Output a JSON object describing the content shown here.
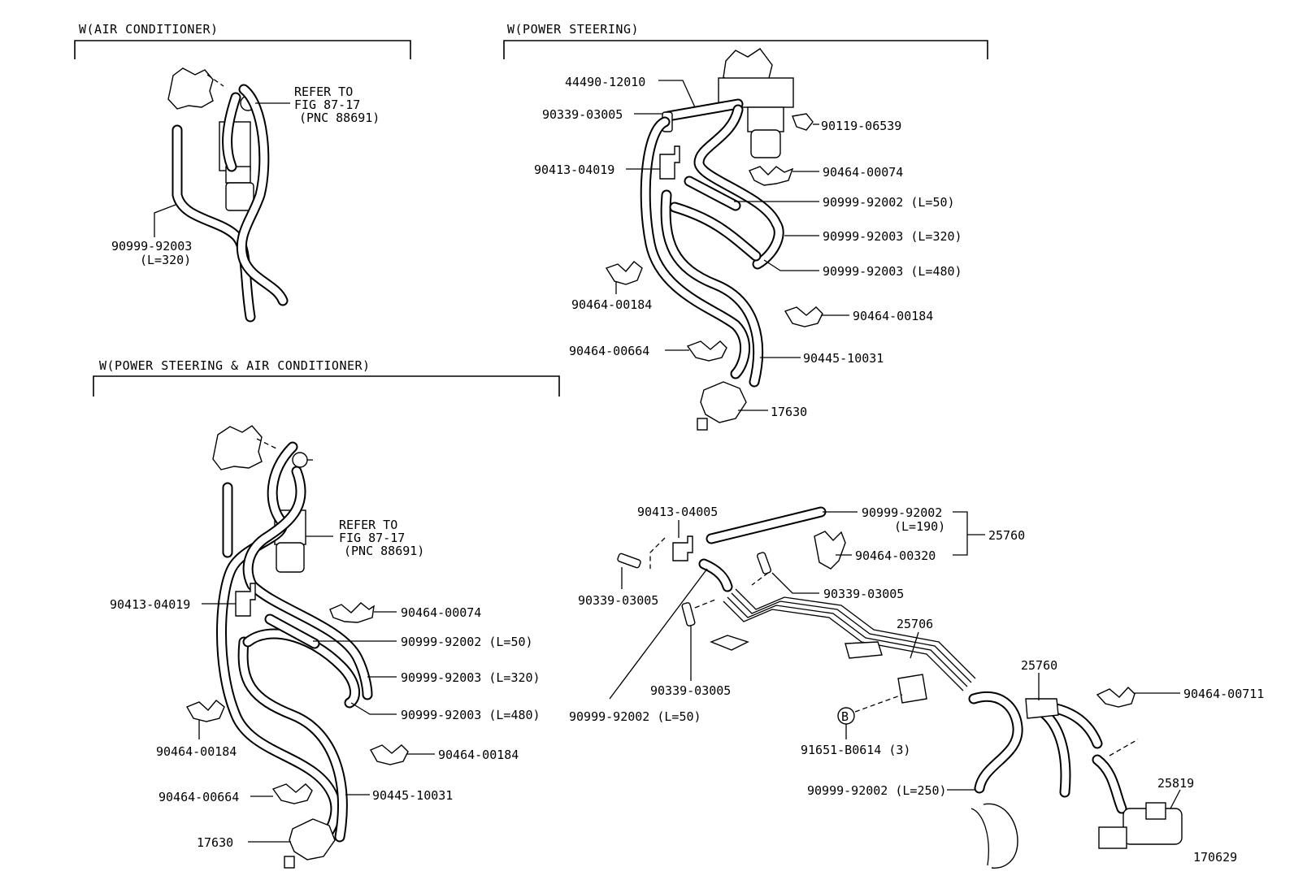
{
  "sections": {
    "air_conditioner": {
      "title": "W(AIR CONDITIONER)",
      "refer_line1": "REFER TO",
      "refer_line2": "FIG 87-17",
      "refer_line3": "(PNC 88691)",
      "hose_part": "90999-92003",
      "hose_length": "(L=320)"
    },
    "power_steering": {
      "title": "W(POWER STEERING)",
      "labels": {
        "pipe": "44490-12010",
        "plug": "90339-03005",
        "bolt": "90119-06539",
        "tee": "90413-04019",
        "clamp_top": "90464-00074",
        "hose_50": "90999-92002 (L=50)",
        "hose_320": "90999-92003 (L=320)",
        "hose_480": "90999-92003 (L=480)",
        "clamp_left": "90464-00184",
        "clamp_right": "90464-00184",
        "clamp_lower": "90464-00664",
        "hose_long": "90445-10031",
        "valve": "17630"
      }
    },
    "ps_ac": {
      "title": "W(POWER STEERING & AIR CONDITIONER)",
      "refer_line1": "REFER TO",
      "refer_line2": "FIG 87-17",
      "refer_line3": "(PNC 88691)",
      "labels": {
        "tee": "90413-04019",
        "clamp_top": "90464-00074",
        "hose_50": "90999-92002 (L=50)",
        "hose_320": "90999-92003 (L=320)",
        "hose_480": "90999-92003 (L=480)",
        "clamp_left": "90464-00184",
        "clamp_right": "90464-00184",
        "clamp_lower": "90464-00664",
        "hose_long": "90445-10031",
        "valve": "17630"
      }
    },
    "lower_right": {
      "labels": {
        "tee": "90413-04005",
        "hose_190": "90999-92002",
        "hose_190_len": "(L=190)",
        "assy": "25760",
        "clamp_320": "90464-00320",
        "plug_a": "90339-03005",
        "plug_b": "90339-03005",
        "plug_c": "90339-03005",
        "hose_50": "90999-92002 (L=50)",
        "pipe_assy": "25706",
        "bolt_marker": "B",
        "bolt": "91651-B0614 (3)",
        "hose_assy": "25760",
        "clamp_711": "90464-00711",
        "hose_250": "90999-92002 (L=250)",
        "vsv": "25819",
        "figure_no": "170629"
      }
    }
  }
}
